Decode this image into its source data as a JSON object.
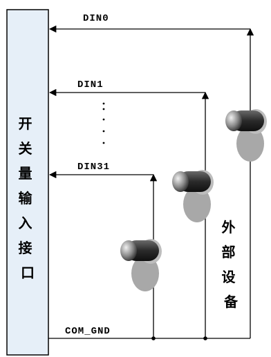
{
  "signals": {
    "din0": "DIN0",
    "din1": "DIN1",
    "din31": "DIN31",
    "com_gnd": "COM_GND"
  },
  "ellipsis": ":\n.\n.\n.",
  "interface_label": [
    "开",
    "关",
    "量",
    "输",
    "入",
    "接",
    "口"
  ],
  "external_label": [
    "外",
    "部",
    "设",
    "备"
  ],
  "colors": {
    "panel_fill": "#e6eff8",
    "line": "#000000",
    "switch_body": "#404040",
    "switch_shadow": "#a8a8a8"
  }
}
